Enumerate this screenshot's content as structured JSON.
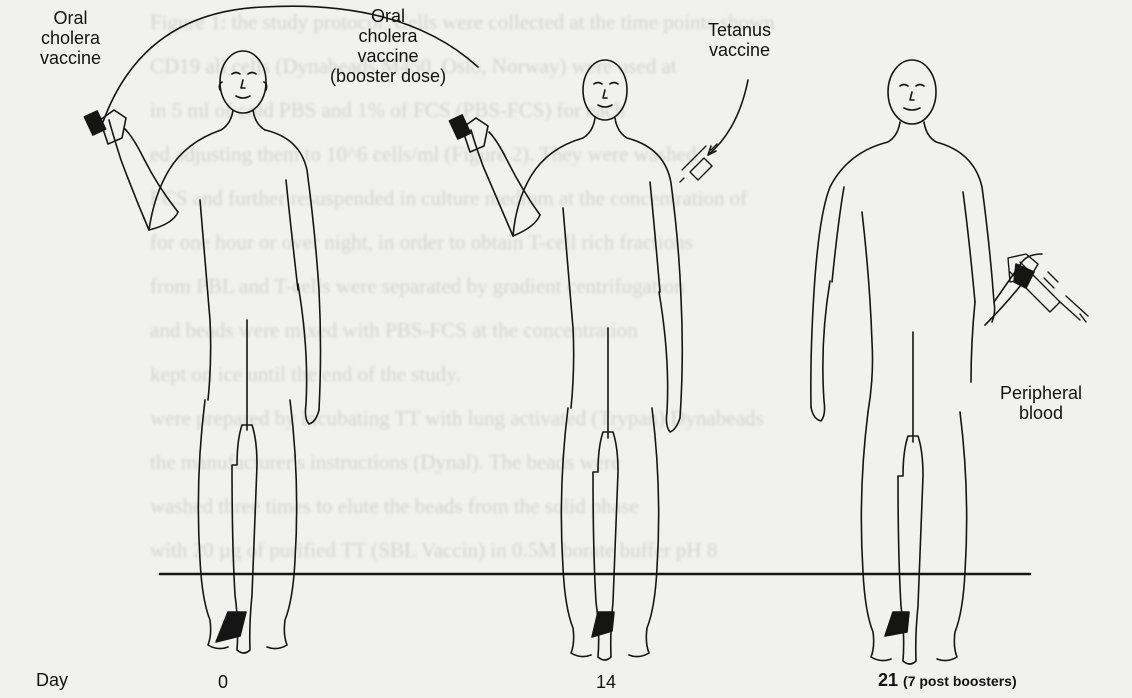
{
  "labels": {
    "oral_cholera_vaccine": [
      "Oral",
      "cholera",
      "vaccine"
    ],
    "oral_cholera_booster": [
      "Oral",
      "cholera",
      "vaccine",
      "(booster dose)"
    ],
    "tetanus_vaccine": [
      "Tetanus",
      "vaccine"
    ],
    "peripheral_blood": [
      "Peripheral",
      "blood"
    ]
  },
  "timeline": {
    "axis_label": "Day",
    "day_0": "0",
    "day_14": "14",
    "day_21": "21",
    "day_21_note": "(7 post boosters)"
  },
  "background_text": [
    "Figure 1: the study protocol. Cells were collected at the time points shown",
    "CD19 all cells (Dynabeads M450, Oslo, Norway) were used at",
    "in 5 ml of cold PBS and 1% of FCS (PBS-FCS) for each",
    "ed adjusting them to 10^6 cells/ml (Figure 2). They were washed",
    "FCS and further resuspended in culture medium at the concentration of",
    "for one hour or over night, in order to obtain T-cell rich fractions",
    "from PBL and T-cells were separated by gradient centrifugation",
    "and beads were mixed with PBS-FCS at the concentration",
    "kept on ice until the end of the study.",
    "",
    "were prepared by incubating TT with lung activated (Trypan) Dynabeads",
    "the manufacturer's instructions (Dynal). The beads were",
    "washed three times to elute the beads from the solid phase",
    "with 20 µg of purified TT (SBL Vaccin) in 0.5M borate buffer pH 8"
  ],
  "colors": {
    "line": "#151515",
    "background": "#f1f1ef"
  }
}
